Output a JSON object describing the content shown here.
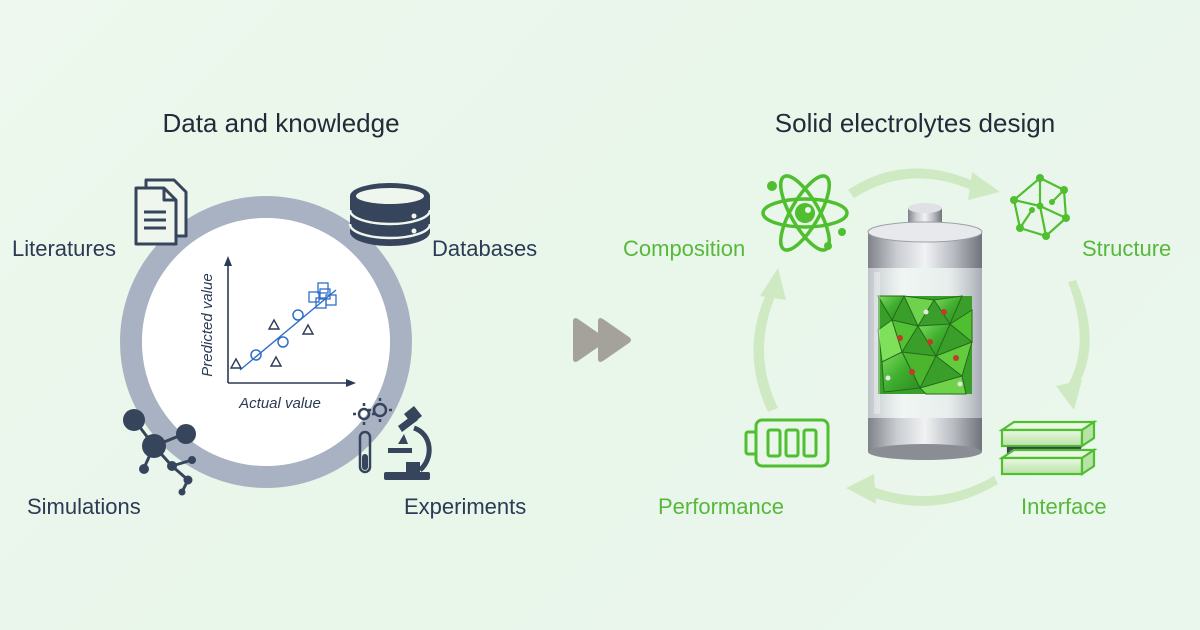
{
  "left": {
    "title": "Data and knowledge",
    "labels": {
      "literatures": "Literatures",
      "databases": "Databases",
      "simulations": "Simulations",
      "experiments": "Experiments"
    },
    "plot": {
      "ylabel": "Predicted value",
      "xlabel": "Actual value"
    }
  },
  "right": {
    "title": "Solid electrolytes design",
    "labels": {
      "composition": "Composition",
      "structure": "Structure",
      "interface": "Interface",
      "performance": "Performance"
    }
  },
  "colors": {
    "background": "#ebf7ec",
    "ring": "#a9b2c3",
    "dark_text": "#2b3a55",
    "icon_dark": "#37455c",
    "green_text": "#57b83c",
    "green_icon": "#4fbf2f",
    "arrow_light": "#cfeac2",
    "marker_blue": "#2f6fc8",
    "forward_arrow": "#a5a29c"
  }
}
